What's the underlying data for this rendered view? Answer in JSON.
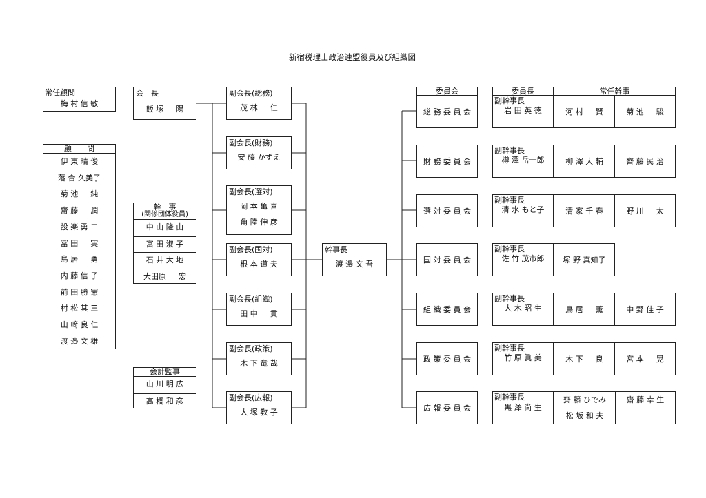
{
  "title": "新宿税理士政治連盟役員及び組織図",
  "adviser_standing": {
    "label": "常任顧問",
    "name": "梅 村 信 敏"
  },
  "advisers": {
    "label": "顧　　問",
    "names": [
      "伊 東 晴 俊",
      "落 合 久美子",
      "菊 池 　 純",
      "齋 藤 　 潤",
      "設 楽 勇 二",
      "冨 田 　 実",
      "島 居 　 勇",
      "内 藤 信 子",
      "前 田 勝 憲",
      "村 松 其 三",
      "山 﨑 良 仁",
      "渡 邉 文 雄"
    ]
  },
  "president": {
    "label": "会　長",
    "name": "飯 塚 　 陽"
  },
  "directors": {
    "label1": "幹　事",
    "label2": "(関係団体役員)",
    "names": [
      "中 山 隆 由",
      "富 田 淑 子",
      "石 井 大 地",
      "大田原 　 宏"
    ]
  },
  "auditors": {
    "label": "会計監事",
    "names": [
      "山 川 明 広",
      "高 橋 和 彦"
    ]
  },
  "vice_presidents": [
    {
      "label": "副会長(総務)",
      "names": [
        "茂 林 　 仁"
      ]
    },
    {
      "label": "副会長(財務)",
      "names": [
        "安 藤 かずえ"
      ]
    },
    {
      "label": "副会長(選対)",
      "names": [
        "岡 本 亀 喜",
        "角 陸 伸 彦"
      ]
    },
    {
      "label": "副会長(国対)",
      "names": [
        "根 本 道 夫"
      ]
    },
    {
      "label": "副会長(組織)",
      "names": [
        "田 中 　 貢"
      ]
    },
    {
      "label": "副会長(政策)",
      "names": [
        "木 下 竜 哉"
      ]
    },
    {
      "label": "副会長(広報)",
      "names": [
        "大 塚 教 子"
      ]
    }
  ],
  "secretary_general": {
    "label": "幹事長",
    "name": "渡 邉 文 吾"
  },
  "headers": {
    "committee": "委員会",
    "chair": "委員長",
    "standing": "常任幹事"
  },
  "committees": [
    {
      "name": "総 務 委 員 会",
      "chair_label": "副幹事長",
      "chair": "岩 田 英 徳",
      "members": [
        "河 村 　 賢",
        "菊 池 　 駿"
      ]
    },
    {
      "name": "財 務 委 員 会",
      "chair_label": "副幹事長",
      "chair": "樽 澤 岳一郎",
      "members": [
        "柳 澤 大 輔",
        "齊 藤 民 治"
      ]
    },
    {
      "name": "選 対 委 員 会",
      "chair_label": "副幹事長",
      "chair": "清 水 もと子",
      "members": [
        "清 家 千 春",
        "野 川 　 太"
      ]
    },
    {
      "name": "国 対 委 員 会",
      "chair_label": "副幹事長",
      "chair": "佐 竹 茂市郎",
      "members": [
        "塚 野 真知子"
      ]
    },
    {
      "name": "組 織 委 員 会",
      "chair_label": "副幹事長",
      "chair": "大 木 昭 生",
      "members": [
        "鳥 居 　 薫",
        "中 野 佳 子"
      ]
    },
    {
      "name": "政 策 委 員 会",
      "chair_label": "副幹事長",
      "chair": "竹 原 眞 美",
      "members": [
        "木 下 　 良",
        "宮 本 　 晃"
      ]
    },
    {
      "name": "広 報 委 員 会",
      "chair_label": "副幹事長",
      "chair": "黒 澤 尚 生",
      "members": [
        "齋 藤 ひでみ",
        "齋 藤 幸 生",
        "松 坂 和 夫"
      ]
    }
  ]
}
